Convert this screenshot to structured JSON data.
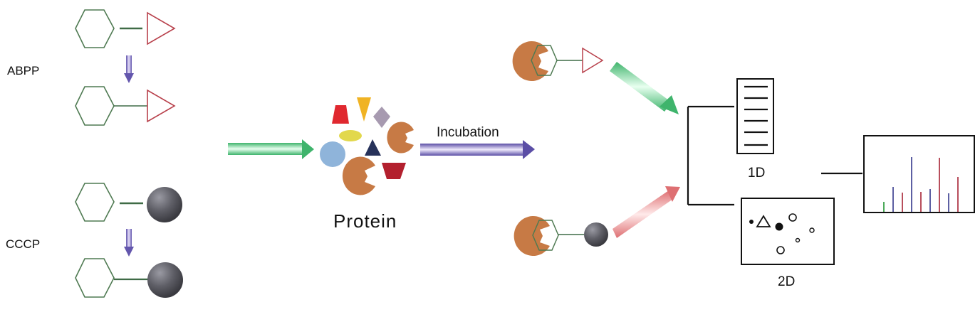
{
  "labels": {
    "abpp": "ABPP",
    "cccp": "CCCP",
    "incubation": "Incubation",
    "protein": "Protein",
    "one_d": "1D",
    "two_d": "2D"
  },
  "colors": {
    "hexagon": "#4f7a52",
    "linker": "#3f6b46",
    "triangle_probe": "#b8404b",
    "sphere_probe": "#5e5e66",
    "protein_brown": "#c77a45",
    "arrow_green": "#4cc47a",
    "arrow_purple": "#6d5fb0",
    "arrow_red": "#e27d7f",
    "peak_green": "#3aa24a",
    "peak_blue": "#4b4f99",
    "peak_red": "#b03a4a"
  },
  "icons": [
    "hexagon-icon",
    "triangle-icon",
    "sphere-icon",
    "protein-pacman-icon",
    "gel-lanes-icon",
    "spectrum-icon"
  ]
}
